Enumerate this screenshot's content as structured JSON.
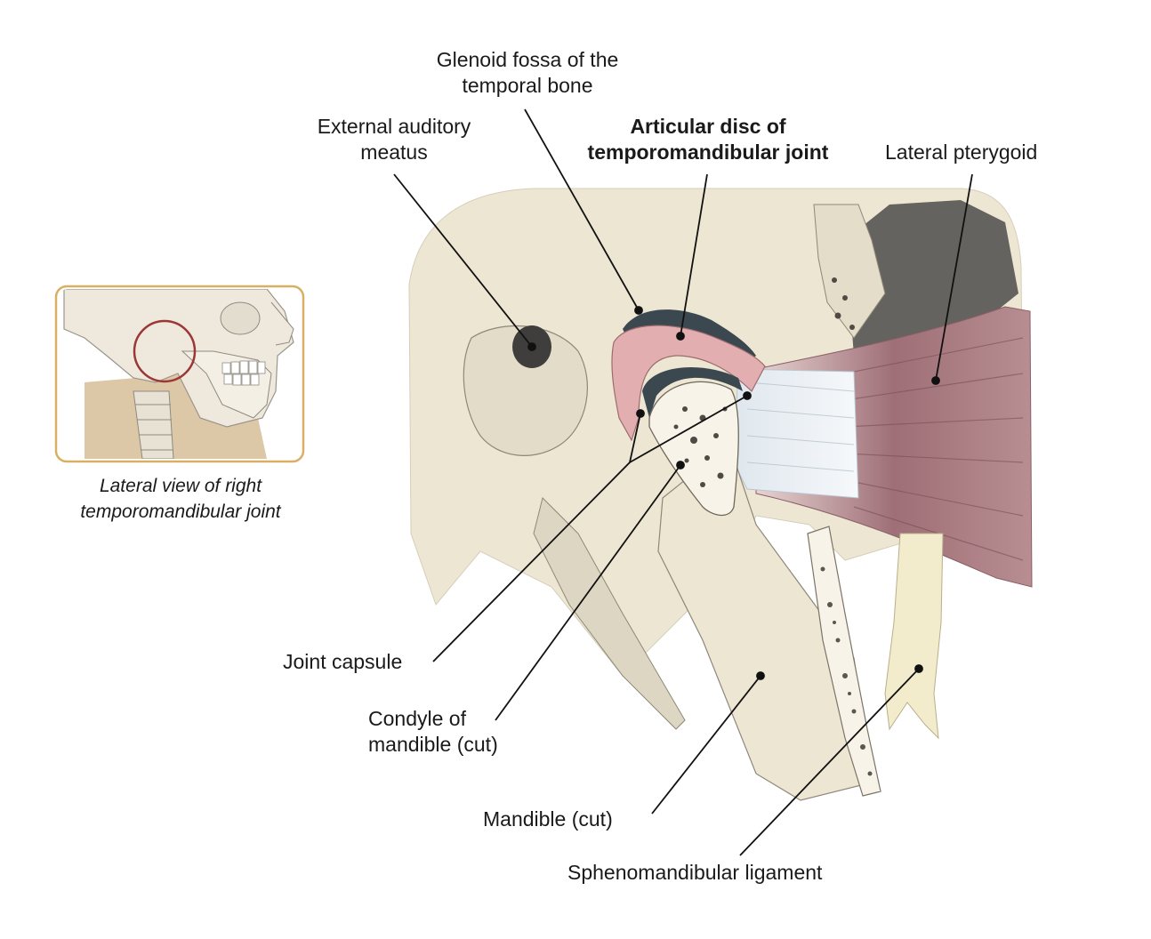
{
  "inset": {
    "caption_line1": "Lateral view of right",
    "caption_line2": "temporomandibular joint",
    "frame_color": "#d8b064",
    "highlight_color": "#9b3737"
  },
  "labels": {
    "glenoid_fossa": {
      "line1": "Glenoid fossa of the",
      "line2": "temporal bone"
    },
    "external_auditory_meatus": {
      "line1": "External auditory",
      "line2": "meatus"
    },
    "articular_disc": {
      "line1": "Articular disc of",
      "line2": "temporomandibular joint"
    },
    "lateral_pterygoid": {
      "line1": "Lateral pterygoid"
    },
    "joint_capsule": {
      "line1": "Joint capsule"
    },
    "condyle": {
      "line1": "Condyle of",
      "line2": "mandible (cut)"
    },
    "mandible": {
      "line1": "Mandible (cut)"
    },
    "sphenomandibular": {
      "line1": "Sphenomandibular ligament"
    }
  },
  "colors": {
    "bone": "#ece6d3",
    "muscle": "#a2757b",
    "disc": "#e2aeb0",
    "ligament": "#f3eccc",
    "capsule": "#e6eef3",
    "cartilage": "#3b4850",
    "leader": "#111111"
  }
}
